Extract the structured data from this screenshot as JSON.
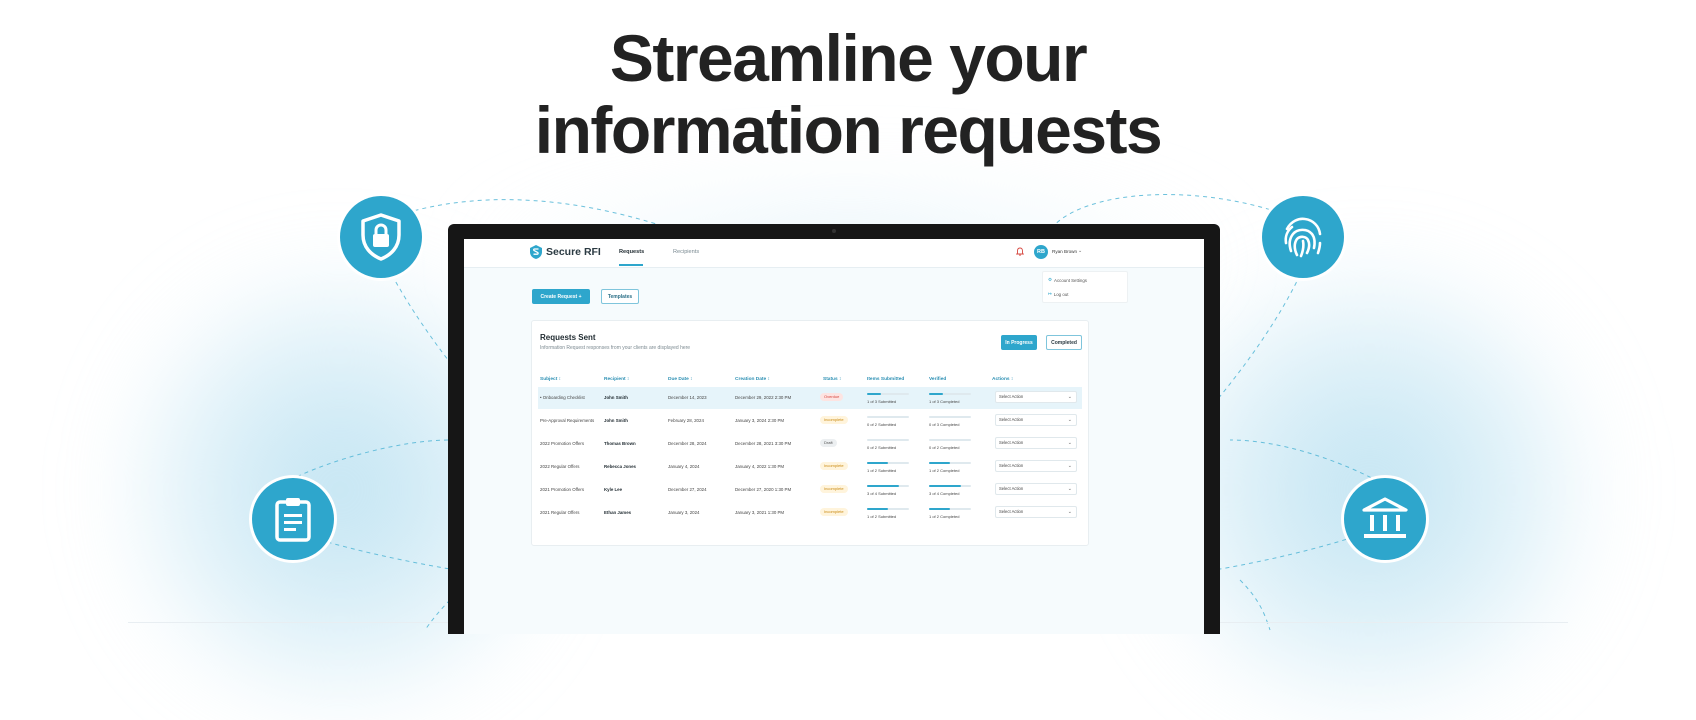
{
  "headline": {
    "line1": "Streamline your",
    "line2": "information requests"
  },
  "colors": {
    "accent": "#2ea6cc",
    "overdue_bg": "#fde4e2",
    "overdue_text": "#d6453d",
    "incomplete_bg": "#fff4dc",
    "incomplete_text": "#c98a12",
    "draft_bg": "#eceff1",
    "draft_text": "#555555"
  },
  "badges": [
    "shield-lock-icon",
    "fingerprint-icon",
    "clipboard-icon",
    "bank-icon"
  ],
  "app": {
    "logo": "Secure RFI",
    "nav": [
      "Requests",
      "Recipients"
    ],
    "user": {
      "initials": "RB",
      "name": "Ryan Brown"
    },
    "menu": [
      "Account Settings",
      "Log out"
    ],
    "create_button": "Create Request  +",
    "templates_button": "Templates",
    "card": {
      "title": "Requests Sent",
      "subtitle": "Information Request responses from your clients are displayed here",
      "segments": [
        "In Progress",
        "Completed"
      ]
    },
    "columns": [
      "Subject ↕",
      "Recipient ↕",
      "Due Date ↕",
      "Creation Date ↕",
      "Status ↕",
      "Items Submitted",
      "Verified",
      "Actions ↕"
    ],
    "rows": [
      {
        "subject": "• Onboarding Checklist",
        "recipient": "John Smith",
        "due": "December 14, 2023",
        "created": "December 29, 2022 2:30 PM",
        "status": "Overdue",
        "status_kind": "overdue",
        "items": "1 of 3 Submitted",
        "items_frac": 0.33,
        "verified": "1 of 3 Completed",
        "verified_frac": 0.33,
        "action": "Select Action"
      },
      {
        "subject": "Pre-Approval Requirements",
        "recipient": "John Smith",
        "due": "February 28, 2024",
        "created": "January 3, 2024 2:30 PM",
        "status": "Incomplete",
        "status_kind": "incomplete",
        "items": "0 of 2 Submitted",
        "items_frac": 0,
        "verified": "0 of 3 Completed",
        "verified_frac": 0,
        "action": "Select Action"
      },
      {
        "subject": "2022 Promotion Offers",
        "recipient": "Thomas Brown",
        "due": "December 28, 2024",
        "created": "December 28, 2021 3:30 PM",
        "status": "Draft",
        "status_kind": "draft",
        "items": "0 of 2 Submitted",
        "items_frac": 0,
        "verified": "0 of 2 Completed",
        "verified_frac": 0,
        "action": "Select Action"
      },
      {
        "subject": "2022 Regular Offers",
        "recipient": "Rebecca Jones",
        "due": "January 4, 2024",
        "created": "January 4, 2022 1:30 PM",
        "status": "Incomplete",
        "status_kind": "incomplete",
        "items": "1 of 2 Submitted",
        "items_frac": 0.5,
        "verified": "1 of 2 Completed",
        "verified_frac": 0.5,
        "action": "Select Action"
      },
      {
        "subject": "2021 Promotion Offers",
        "recipient": "Kyle Lee",
        "due": "December 27, 2024",
        "created": "December 27, 2020 1:30 PM",
        "status": "Incomplete",
        "status_kind": "incomplete",
        "items": "3 of 4 Submitted",
        "items_frac": 0.75,
        "verified": "3 of 4 Completed",
        "verified_frac": 0.75,
        "action": "Select Action"
      },
      {
        "subject": "2021 Regular Offers",
        "recipient": "Ethan James",
        "due": "January 3, 2024",
        "created": "January 3, 2021 1:30 PM",
        "status": "Incomplete",
        "status_kind": "incomplete",
        "items": "1 of 2 Submitted",
        "items_frac": 0.5,
        "verified": "1 of 2 Completed",
        "verified_frac": 0.5,
        "action": "Select Action"
      }
    ]
  }
}
